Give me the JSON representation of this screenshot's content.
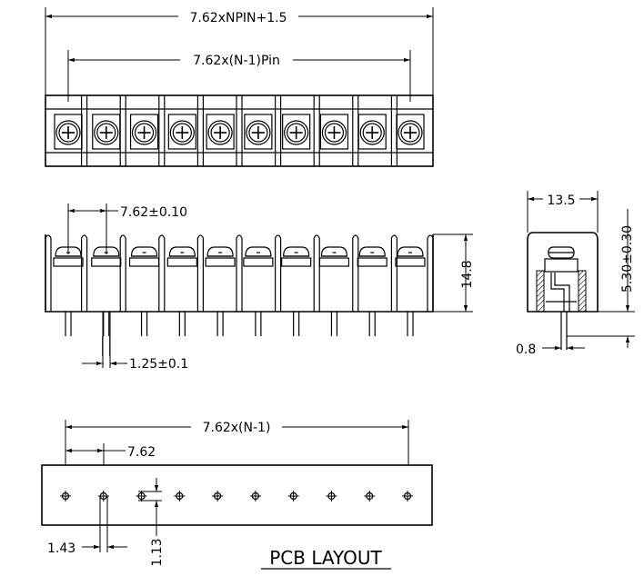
{
  "dimensions": {
    "top_overall": "7.62xNPIN+1.5",
    "top_pitch_span": "7.62x(N-1)Pin",
    "side_pitch": "7.62±0.10",
    "side_height": "14.8",
    "side_pin_width": "1.25±0.1",
    "end_width": "13.5",
    "end_vertical": "5.30±0.30",
    "end_pin_offset": "0.8",
    "pcb_span": "7.62x(N-1)",
    "pcb_pitch": "7.62",
    "pcb_hole_dia": "1.43",
    "pcb_offset": "1.13"
  },
  "labels": {
    "pcb_layout": "PCB  LAYOUT"
  },
  "pin_count": 10,
  "colors": {
    "line": "#000000",
    "hatch": "#000000",
    "background": "#ffffff"
  }
}
